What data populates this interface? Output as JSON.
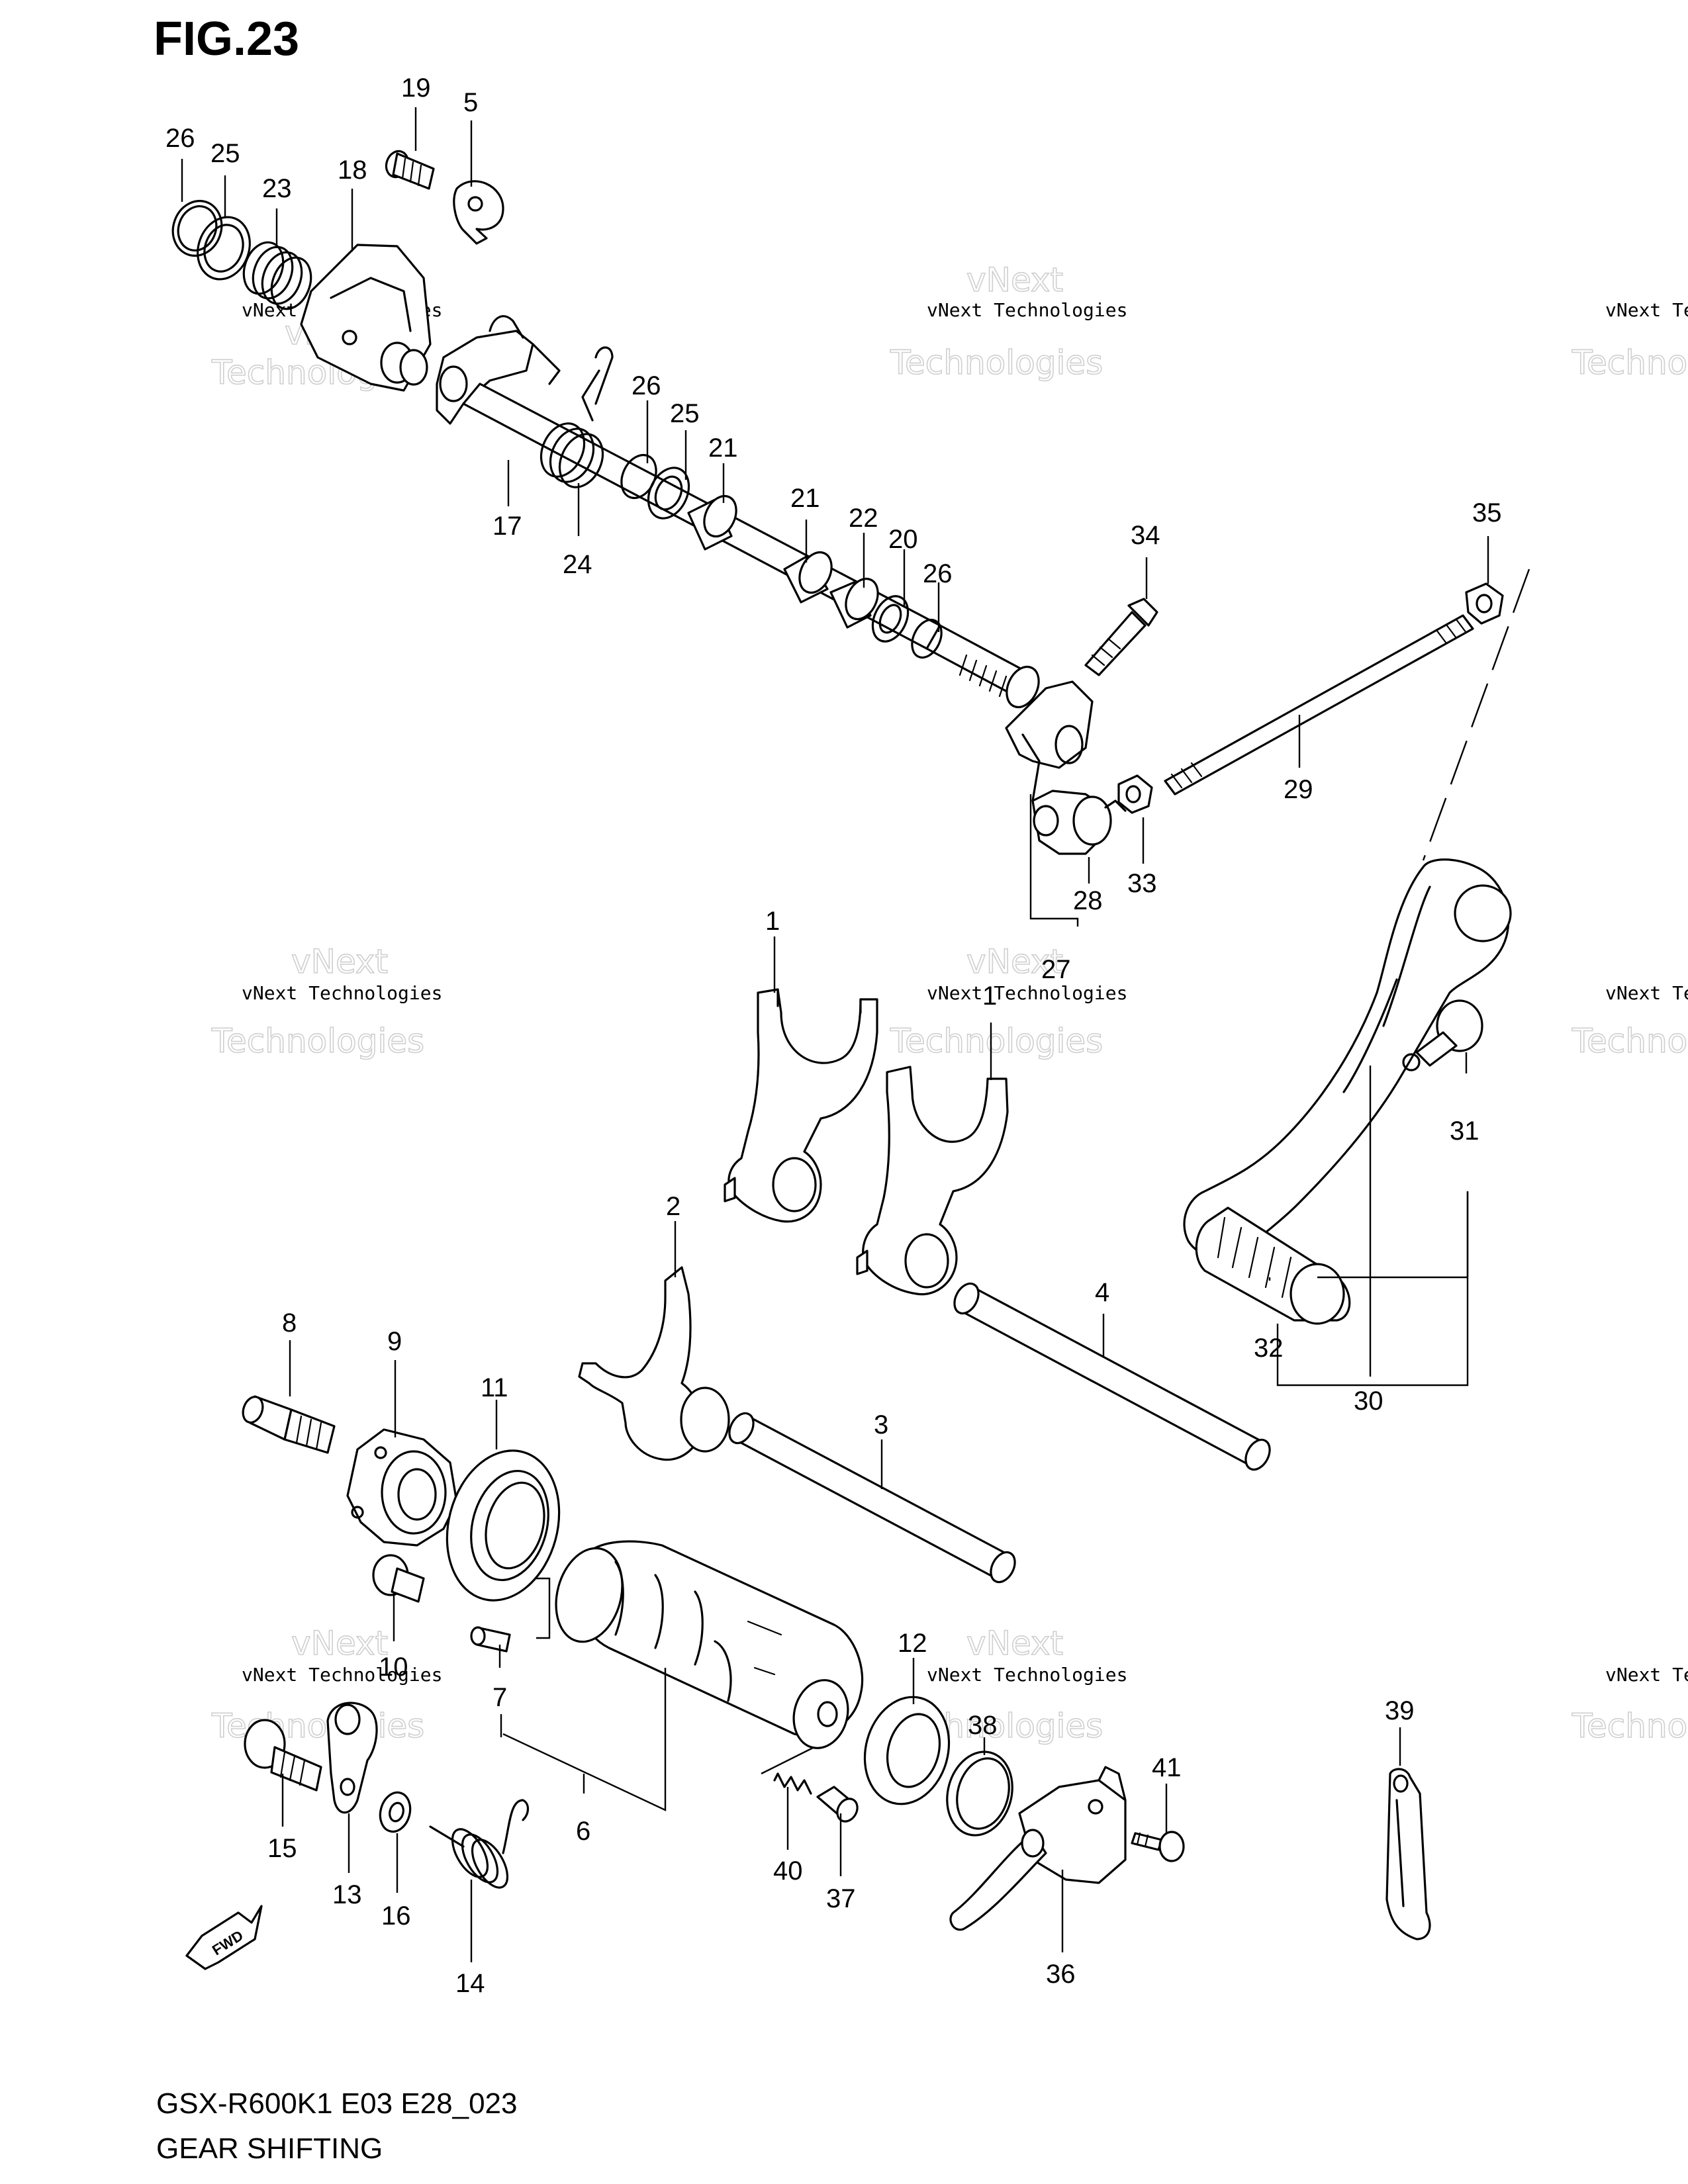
{
  "figure": {
    "title": "FIG.23"
  },
  "footer": {
    "model_code": "GSX-R600K1 E03 E28_023",
    "section_name": "GEAR SHIFTING"
  },
  "watermark": {
    "line1": "vNext Technologies",
    "line2": "vNext",
    "line3": "Technologies"
  },
  "fwd_arrow": {
    "label": "FWD"
  },
  "callouts": {
    "c1a": "1",
    "c1b": "1",
    "c2": "2",
    "c3": "3",
    "c4": "4",
    "c5": "5",
    "c6": "6",
    "c7": "7",
    "c8": "8",
    "c9": "9",
    "c10": "10",
    "c11": "11",
    "c12": "12",
    "c13": "13",
    "c14": "14",
    "c15": "15",
    "c16": "16",
    "c17": "17",
    "c18": "18",
    "c19": "19",
    "c20": "20",
    "c21a": "21",
    "c21b": "21",
    "c22": "22",
    "c23": "23",
    "c24": "24",
    "c25a": "25",
    "c25b": "25",
    "c26a": "26",
    "c26b": "26",
    "c26c": "26",
    "c27": "27",
    "c28": "28",
    "c29": "29",
    "c30": "30",
    "c31": "31",
    "c32": "32",
    "c33": "33",
    "c34": "34",
    "c35": "35",
    "c36": "36",
    "c37": "37",
    "c38": "38",
    "c39": "39",
    "c40": "40",
    "c41": "41"
  }
}
